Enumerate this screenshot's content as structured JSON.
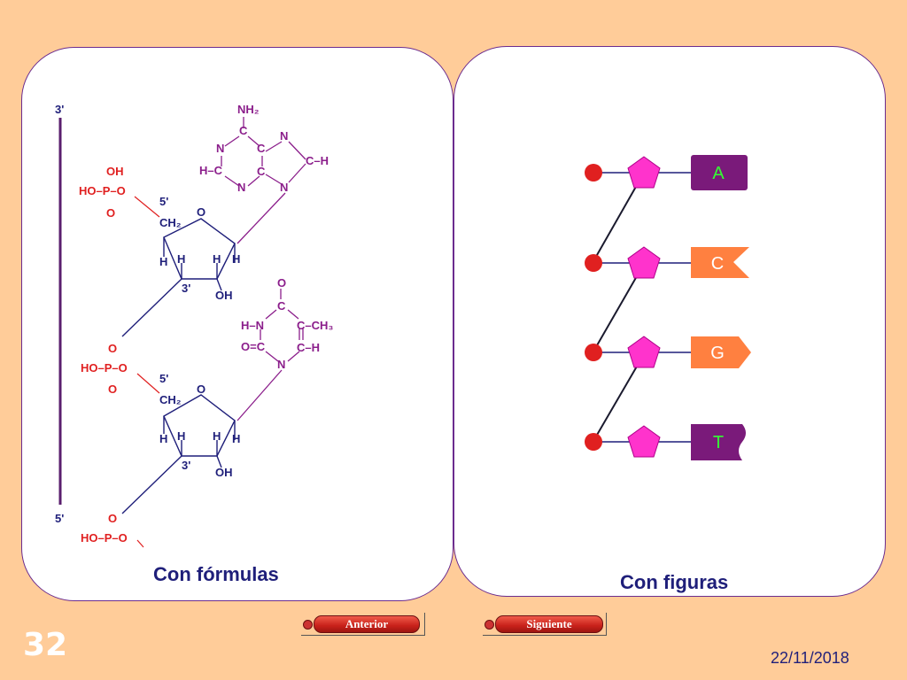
{
  "captions": {
    "left": "Con fórmulas",
    "right": "Con figuras"
  },
  "nav": {
    "previous": "Anterior",
    "next": "Siguiente"
  },
  "footer": {
    "slide_number": "32",
    "date": "22/11/2018"
  },
  "colors": {
    "background": "#FFCC99",
    "panel_border": "#6B2C8F",
    "phosphate": "#E02020",
    "sugar": "#1F1F7A",
    "base": "#8B1E8B",
    "pentagon": "#FF33CC",
    "base_A": "#7A1A7A",
    "base_C": "#FF8040",
    "base_G": "#FF8040",
    "base_T": "#7A1A7A",
    "label_A": "#33FF33",
    "label_C": "#FFFFFF",
    "label_G": "#FFFFFF",
    "label_T": "#33FF33"
  },
  "formula": {
    "strand_top": "3'",
    "strand_bottom": "5'",
    "phosphate1": [
      "OH",
      "HO–P–O",
      "O"
    ],
    "sugar1": {
      "c5": "5'",
      "ch2": "CH₂",
      "o": "O",
      "c3": "3'",
      "oh": "OH",
      "h": "H"
    },
    "adenine": {
      "nh2": "NH₂",
      "c": "C",
      "n": "N",
      "ch": "H–C",
      "c_h": "C–H"
    },
    "phosphate2": [
      "O",
      "HO–P–O",
      "O"
    ],
    "sugar2": {
      "c5": "5'",
      "ch2": "CH₂",
      "o": "O",
      "c3": "3'",
      "oh": "OH",
      "h": "H"
    },
    "thymine": {
      "o_top": "O",
      "c": "C",
      "hn": "H–N",
      "ch3": "C–CH₃",
      "oc": "O=C",
      "ch": "C–H",
      "n": "N"
    },
    "phosphate3": [
      "O",
      "HO–P–O"
    ]
  },
  "figure": {
    "bases": [
      {
        "label": "A",
        "shape": "rect"
      },
      {
        "label": "C",
        "shape": "notch"
      },
      {
        "label": "G",
        "shape": "arrow"
      },
      {
        "label": "T",
        "shape": "wave"
      }
    ]
  }
}
